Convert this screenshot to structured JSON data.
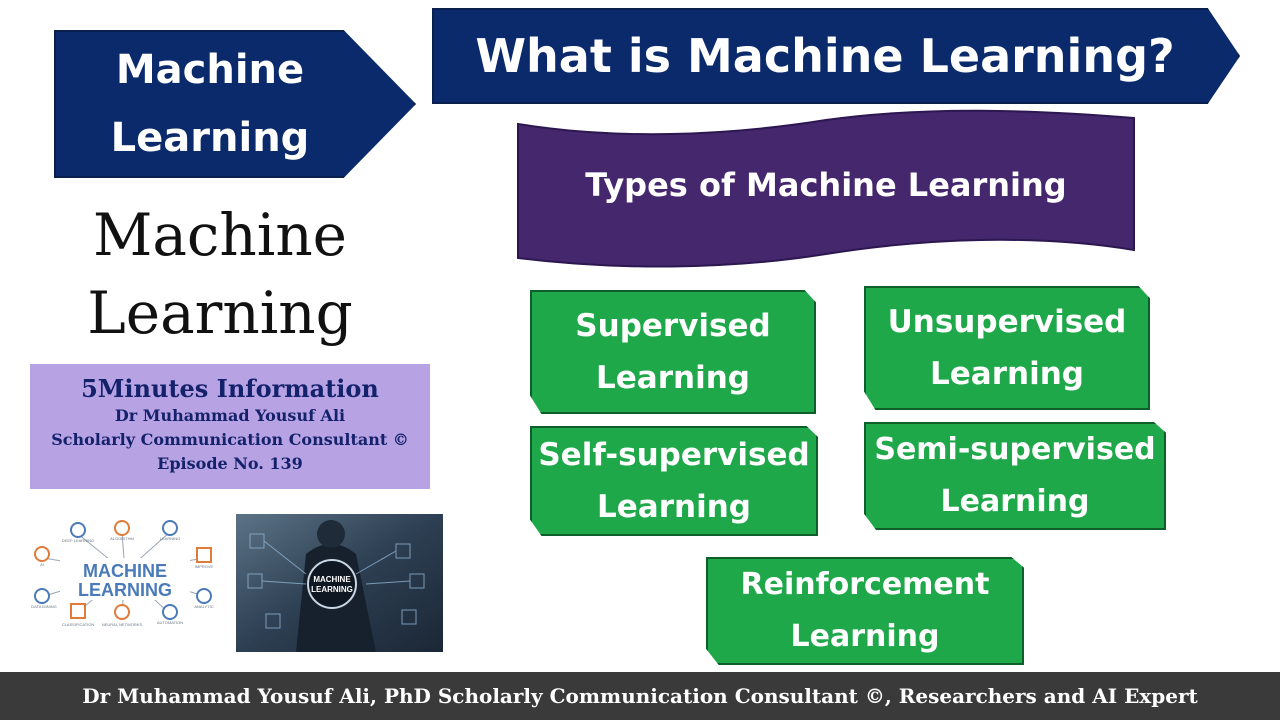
{
  "header": {
    "left_arrow_line1": "Machine",
    "left_arrow_line2": "Learning",
    "title": "What is Machine Learning?"
  },
  "banner": {
    "text": "Types of Machine Learning"
  },
  "big_title": {
    "line1": "Machine",
    "line2": "Learning"
  },
  "info_box": {
    "line1": "5Minutes Information",
    "line2": "Dr Muhammad Yousuf Ali",
    "line3": "Scholarly Communication Consultant ©",
    "line4": "Episode No. 139"
  },
  "types": [
    {
      "line1": "Supervised",
      "line2": "Learning"
    },
    {
      "line1": "Unsupervised",
      "line2": "Learning"
    },
    {
      "line1": "Self-supervised",
      "line2": "Learning"
    },
    {
      "line1": "Semi-supervised",
      "line2": "Learning"
    },
    {
      "line1": "Reinforcement",
      "line2": "Learning"
    }
  ],
  "diagram": {
    "line1": "MACHINE",
    "line2": "LEARNING",
    "icon_labels": [
      "DEEP LEARNING",
      "ALGORITHM",
      "LEARNING",
      "AI",
      "IMPROVE",
      "DATA MINING",
      "CLASSIFICATION",
      "NEURAL NETWORKS",
      "AUTOMATION",
      "ANALYTIC"
    ]
  },
  "photo": {
    "badge_line1": "MACHINE",
    "badge_line2": "LEARNING"
  },
  "footer": {
    "text": "Dr Muhammad Yousuf Ali, PhD Scholarly Communication Consultant ©, Researchers and AI Expert"
  },
  "colors": {
    "navy": "#0b2a6b",
    "purple": "#45276e",
    "green": "#1fa84a",
    "lavender": "#b7a2e4",
    "footer": "#3a3a3a"
  }
}
